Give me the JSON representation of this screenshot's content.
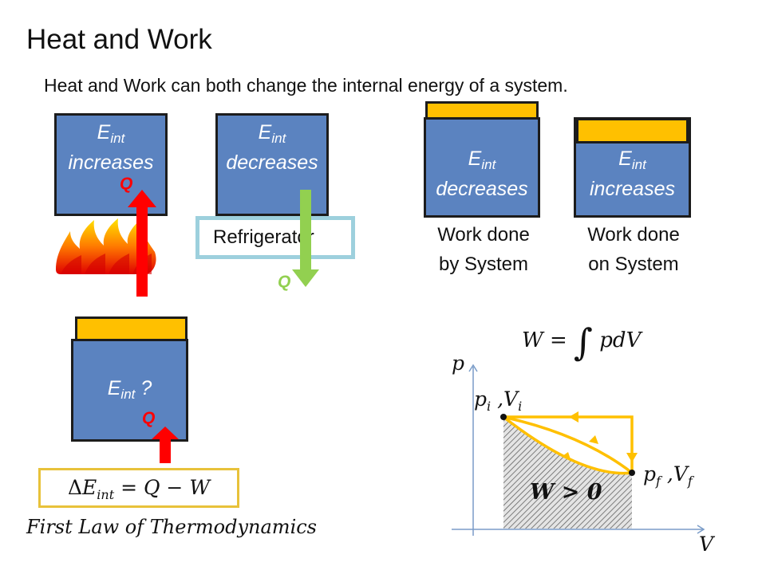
{
  "title": "Heat and Work",
  "subtitle": "Heat and Work can both change the internal energy of a system.",
  "eint_label": "E",
  "eint_sub": "int",
  "box1_state": "increases",
  "box2_state": "decreases",
  "box3_state": "decreases",
  "box4_state": "increases",
  "box5_state": "?",
  "q_label": "Q",
  "refrigerator_label": "Refrigerator",
  "work_by_line1": "Work done",
  "work_by_line2": "by System",
  "work_on_line1": "Work done",
  "work_on_line2": "on System",
  "formula": {
    "delta": "Δ",
    "e": "E",
    "sub": "int",
    "rest": " = Q − W"
  },
  "first_law": "First Law of Thermodynamics",
  "work_integral": {
    "lhs": "W = ",
    "integral": "∫",
    "rhs": " pdV"
  },
  "graph": {
    "p_axis": "p",
    "v_axis": "V",
    "initial_p": "p",
    "initial_p_sub": "i",
    "initial_v": "V",
    "initial_v_sub": "i",
    "final_p": "p",
    "final_p_sub": "f",
    "final_v": "V",
    "final_v_sub": "f",
    "work_label": "W > 0"
  },
  "colors": {
    "box_fill": "#5b83c0",
    "lid_fill": "#ffc000",
    "heat_arrow": "#ff0000",
    "cool_arrow": "#92d050",
    "fridge_border": "#9dd0dd",
    "path": "#ffc000"
  }
}
